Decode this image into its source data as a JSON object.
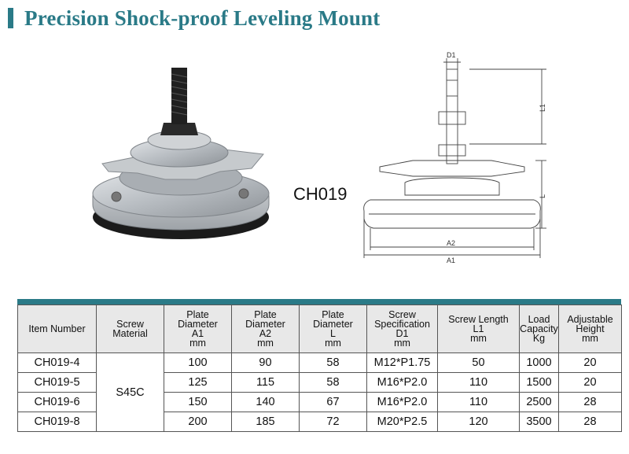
{
  "title": "Precision Shock-proof  Leveling Mount",
  "model": "CH019",
  "drawing_labels": {
    "d1": "D1",
    "l1": "L1",
    "l": "L",
    "a2": "A2",
    "a1": "A1"
  },
  "table": {
    "headers": [
      [
        "Item Number"
      ],
      [
        "Screw",
        "Material"
      ],
      [
        "Plate",
        "Diameter",
        "A1",
        "mm"
      ],
      [
        "Plate",
        "Diameter",
        "A2",
        "mm"
      ],
      [
        "Plate",
        "Diameter",
        "L",
        "mm"
      ],
      [
        "Screw",
        "Specification",
        "D1",
        "mm"
      ],
      [
        "Screw Length",
        "L1",
        "mm"
      ],
      [
        "Load",
        "Capacity",
        "Kg"
      ],
      [
        "Adjustable",
        "Height",
        "mm"
      ]
    ],
    "material": "S45C",
    "rows": [
      {
        "item": "CH019-4",
        "a1": "100",
        "a2": "90",
        "l": "58",
        "d1": "M12*P1.75",
        "l1": "50",
        "load": "1000",
        "height": "20"
      },
      {
        "item": "CH019-5",
        "a1": "125",
        "a2": "115",
        "l": "58",
        "d1": "M16*P2.0",
        "l1": "110",
        "load": "1500",
        "height": "20"
      },
      {
        "item": "CH019-6",
        "a1": "150",
        "a2": "140",
        "l": "67",
        "d1": "M16*P2.0",
        "l1": "110",
        "load": "2500",
        "height": "28"
      },
      {
        "item": "CH019-8",
        "a1": "200",
        "a2": "185",
        "l": "72",
        "d1": "M20*P2.5",
        "l1": "120",
        "load": "3500",
        "height": "28"
      }
    ]
  },
  "colors": {
    "accent": "#2a7a87",
    "header_bg": "#e8e8e8"
  }
}
